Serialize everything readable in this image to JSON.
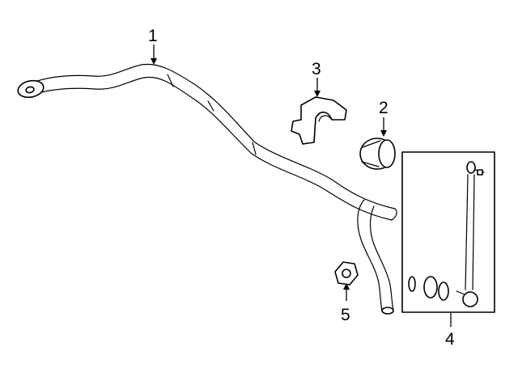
{
  "callouts": [
    {
      "id": "1",
      "label": "1",
      "part": "stabilizer-bar"
    },
    {
      "id": "2",
      "label": "2",
      "part": "bushing"
    },
    {
      "id": "3",
      "label": "3",
      "part": "bracket"
    },
    {
      "id": "4",
      "label": "4",
      "part": "stabilizer-link-kit"
    },
    {
      "id": "5",
      "label": "5",
      "part": "nut"
    }
  ]
}
